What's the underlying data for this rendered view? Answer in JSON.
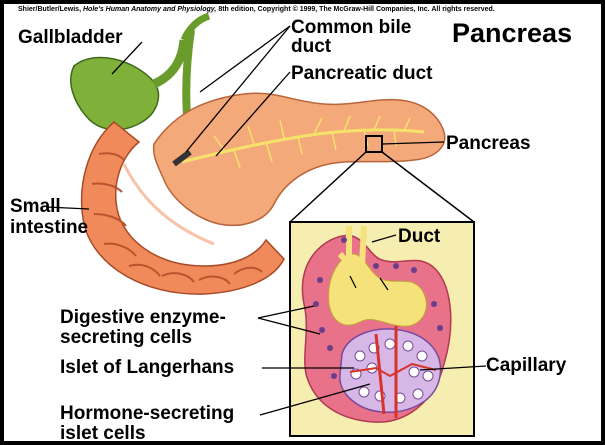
{
  "title": "Pancreas",
  "credit": {
    "prefix": "Shier/Butler/Lewis,",
    "book": "Hole's Human Anatomy and Physiology,",
    "suffix": "8th edition, Copyright © 1999, The McGraw-Hill Companies, Inc.  All rights reserved."
  },
  "labels": {
    "gallbladder": "Gallbladder",
    "common_bile_duct_line1": "Common bile",
    "common_bile_duct_line2": "duct",
    "pancreatic_duct": "Pancreatic duct",
    "pancreas": "Pancreas",
    "small_intestine_line1": "Small",
    "small_intestine_line2": "intestine",
    "duct": "Duct",
    "digestive_line1": "Digestive enzyme-",
    "digestive_line2": "secreting cells",
    "islet": "Islet of Langerhans",
    "capillary": "Capillary",
    "hormone_line1": "Hormone-secreting",
    "hormone_line2": "islet cells"
  },
  "colors": {
    "gallbladder": "#7fb13a",
    "intestine": "#f08a5a",
    "pancreas": "#f4a97a",
    "duct": "#f4e26a",
    "inset_bg": "#f6eeb0",
    "acinar_cell": "#e8728a",
    "islet_cell": "#d6b7e6",
    "capillary": "#d8332a"
  }
}
